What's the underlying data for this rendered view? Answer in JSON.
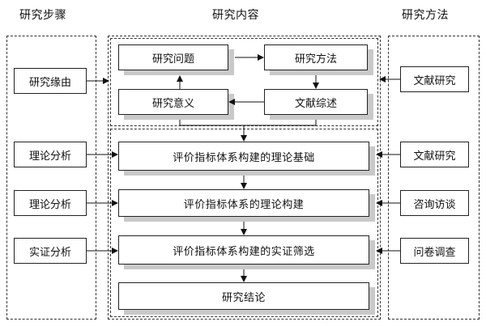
{
  "headers": {
    "steps": "研究步骤",
    "content": "研究内容",
    "methods": "研究方法"
  },
  "left_steps": [
    "研究缘由",
    "理论分析",
    "理论分析",
    "实证分析"
  ],
  "top_cycle": {
    "question": "研究问题",
    "method": "研究方法",
    "review": "文献综述",
    "significance": "研究意义"
  },
  "main_flow": [
    "评价指标体系构建的理论基础",
    "评价指标体系的理论构建",
    "评价指标体系构建的实证筛选",
    "研究结论"
  ],
  "right_methods": [
    "文献研究",
    "文献研究",
    "咨询访谈",
    "问卷调查"
  ]
}
